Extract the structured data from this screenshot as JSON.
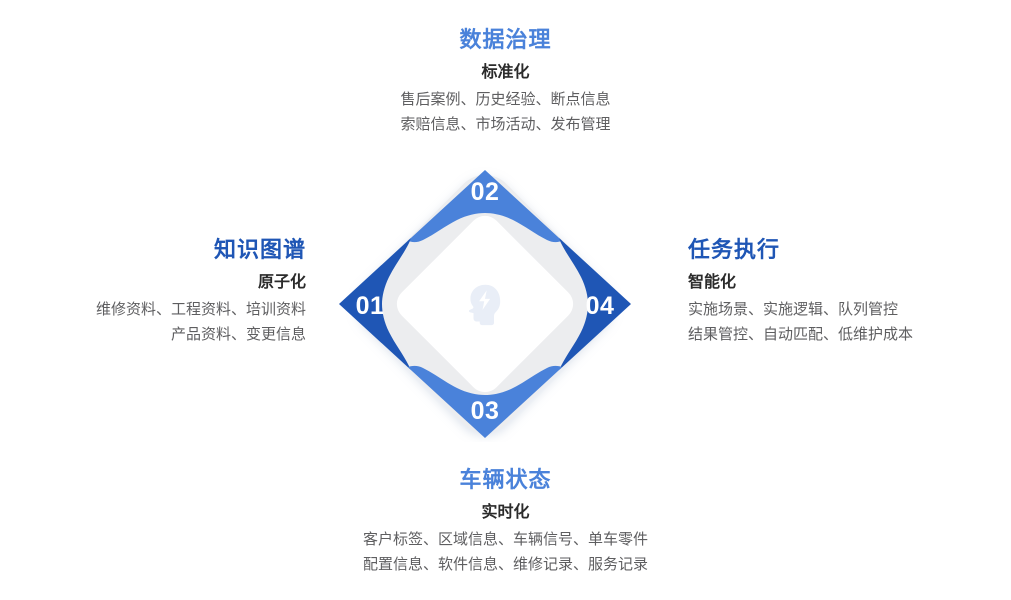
{
  "colors": {
    "blue_dark": "#1f56b5",
    "blue_light": "#4a82da",
    "ring_gray": "#ecedef",
    "inner_white": "#ffffff",
    "body_text": "#5e5e60",
    "subtitle_text": "#2b2b2b",
    "center_icon": "#eaeef6",
    "page_background": "#ffffff"
  },
  "diagram": {
    "center_icon_name": "ai-head-lightning-icon",
    "quadrants": [
      {
        "number": "01",
        "position": "left",
        "color": "#1f56b5",
        "title": "知识图谱",
        "subtitle": "原子化",
        "lines": [
          "维修资料、工程资料、培训资料",
          "产品资料、变更信息"
        ]
      },
      {
        "number": "02",
        "position": "top",
        "color": "#4a82da",
        "title": "数据治理",
        "subtitle": "标准化",
        "lines": [
          "售后案例、历史经验、断点信息",
          "索赔信息、市场活动、发布管理"
        ]
      },
      {
        "number": "03",
        "position": "bottom",
        "color": "#4a82da",
        "title": "车辆状态",
        "subtitle": "实时化",
        "lines": [
          "客户标签、区域信息、车辆信号、单车零件",
          "配置信息、软件信息、维修记录、服务记录"
        ]
      },
      {
        "number": "04",
        "position": "right",
        "color": "#1f56b5",
        "title": "任务执行",
        "subtitle": "智能化",
        "lines": [
          "实施场景、实施逻辑、队列管控",
          "结果管控、自动匹配、低维护成本"
        ]
      }
    ]
  }
}
